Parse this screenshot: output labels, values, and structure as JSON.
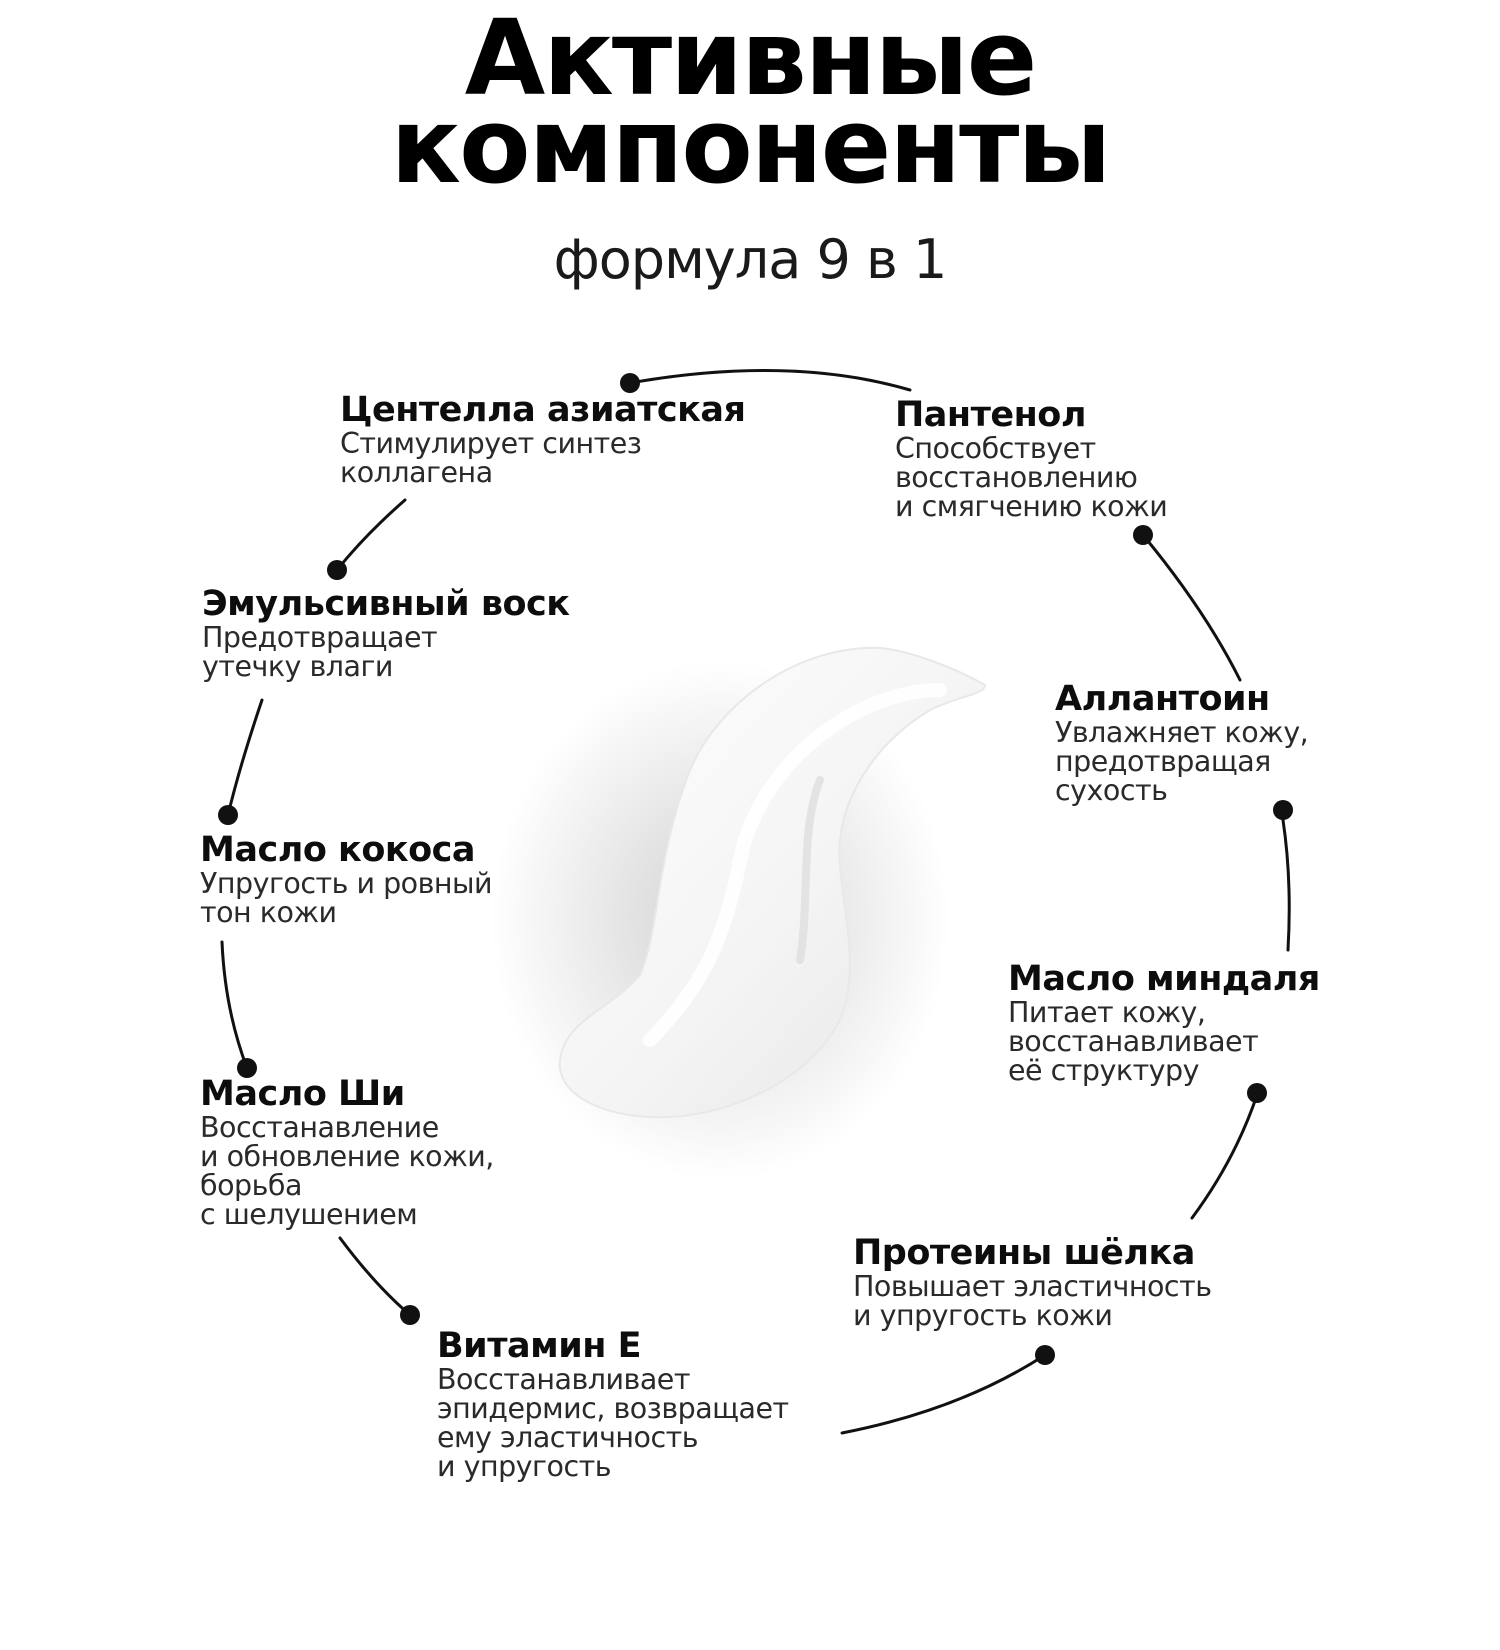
{
  "header": {
    "title_line1": "Активные",
    "title_line2": "компоненты",
    "subtitle": "формула 9 в 1"
  },
  "components": [
    {
      "name": "Центелла азиатская",
      "desc": "Стимулирует синтез\nколлагена"
    },
    {
      "name": "Пантенол",
      "desc": "Способствует\nвосстановлению\nи смягчению кожи"
    },
    {
      "name": "Эмульсивный воск",
      "desc": "Предотвращает\nутечку влаги"
    },
    {
      "name": "Аллантоин",
      "desc": "Увлажняет кожу,\nпредотвращая\nсухость"
    },
    {
      "name": "Масло кокоса",
      "desc": "Упругость и ровный\nтон кожи"
    },
    {
      "name": "Масло миндаля",
      "desc": "Питает кожу,\nвосстанавливает\nеё структуру"
    },
    {
      "name": "Масло Ши",
      "desc": "Восстанавление\nи обновление кожи,\nборьба\nс шелушением"
    },
    {
      "name": "Протеины шёлка",
      "desc": "Повышает эластичность\nи упругость кожи"
    },
    {
      "name": "Витамин Е",
      "desc": "Восстанавливает\nэпидермис, возвращает\nему эластичность\nи упругость"
    }
  ],
  "colors": {
    "text": "#111111",
    "line": "#111111",
    "cream": "#f4f4f4"
  },
  "icons": {
    "cream": "cream-swatch-icon"
  }
}
